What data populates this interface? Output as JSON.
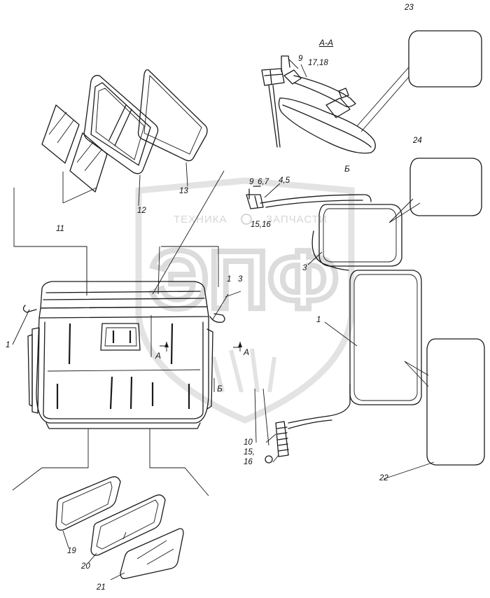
{
  "labels": {
    "n1": "1",
    "n1b": "1",
    "n1c": "1",
    "n3": "3",
    "n3b": "3",
    "n4_5": "4,5",
    "n6_7": "6,7",
    "n9": "9",
    "n9b": "9",
    "n10": "10",
    "n11": "11",
    "n12": "12",
    "n13": "13",
    "n15": "15,",
    "n15_16": "15,16",
    "n16": "16",
    "n17_18": "17,18",
    "n19": "19",
    "n20": "20",
    "n21": "21",
    "n22": "22",
    "n23": "23",
    "n24": "24"
  },
  "sections": {
    "aa": "А-А",
    "b": "Б",
    "a_mark_1": "А",
    "a_mark_2": "А",
    "b_mark": "Б"
  },
  "watermark": {
    "big": "ЭПФ",
    "left": "ТЕХНИКА",
    "right": "ЗАПЧАСТИ"
  },
  "colors": {
    "line": "#1a1a1a",
    "watermark": "#dcdcdc",
    "background": "#ffffff"
  }
}
